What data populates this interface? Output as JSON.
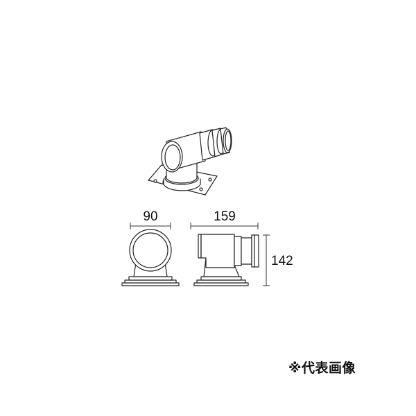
{
  "drawing": {
    "dimensions": {
      "side_width": "90",
      "front_width": "159",
      "height": "142"
    },
    "note": "※代表画像",
    "colors": {
      "line": "#222222",
      "dim_line": "#333333",
      "background": "#ffffff"
    }
  }
}
